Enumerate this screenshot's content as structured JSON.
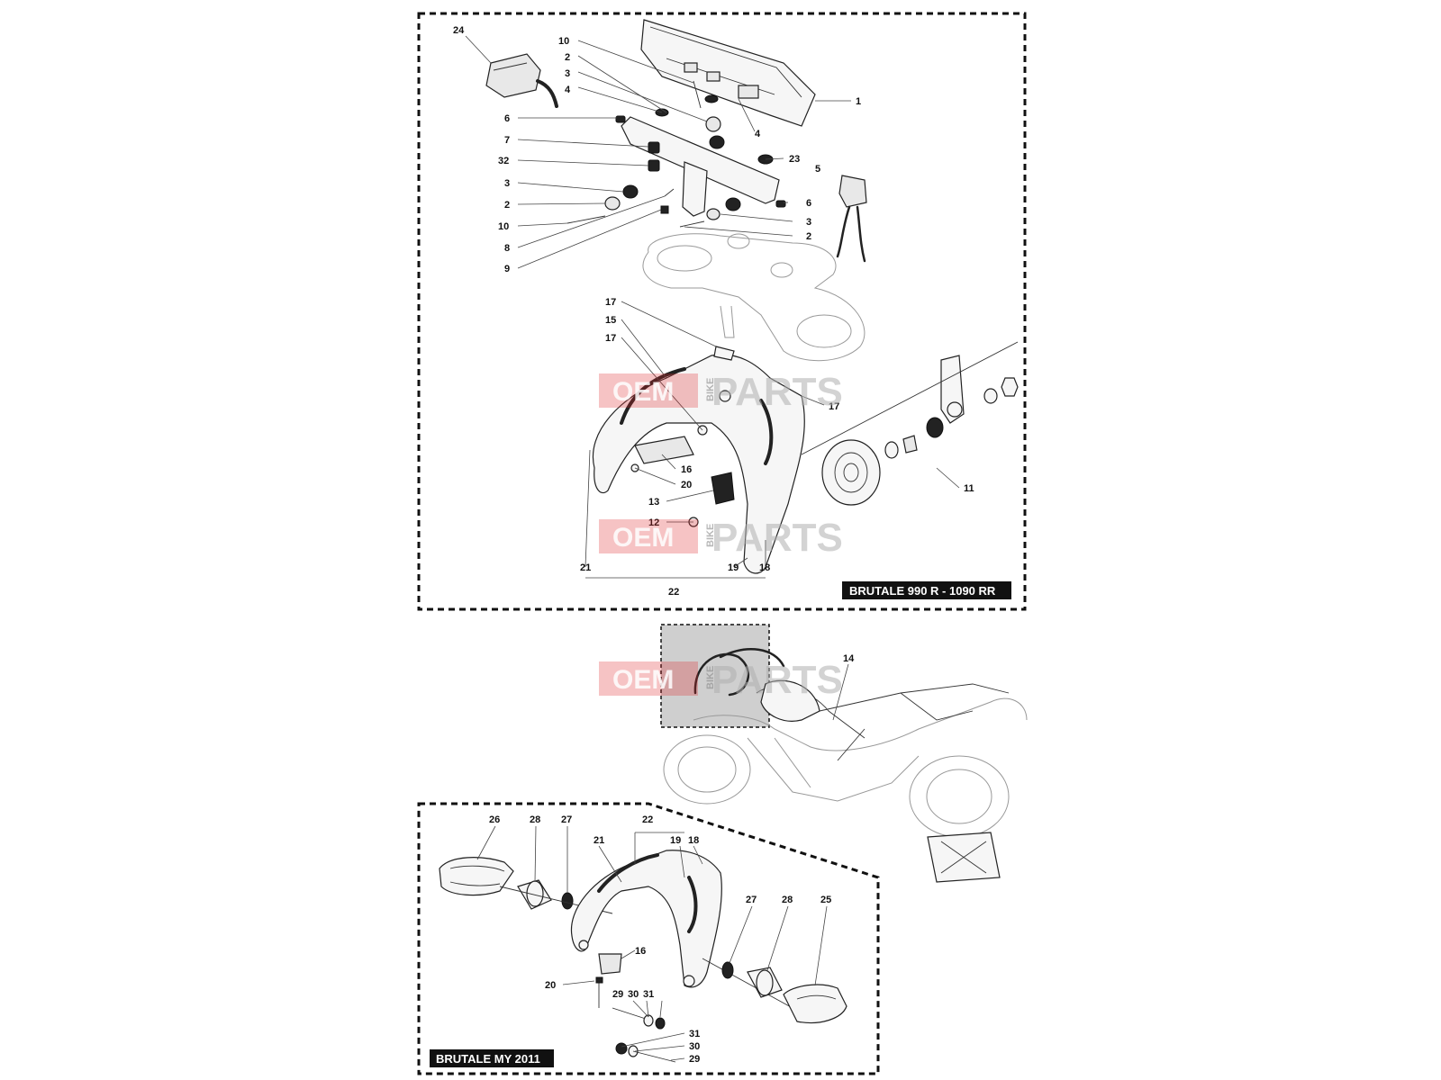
{
  "panels": {
    "top_label": "BRUTALE 990 R - 1090 RR",
    "bottom_label": "BRUTALE MY 2011"
  },
  "watermark": {
    "brand_a": "OEM",
    "brand_b": "BIKE",
    "brand_c": "PARTS"
  },
  "callouts_top": {
    "c24": "24",
    "c10a": "10",
    "c2a": "2",
    "c3a": "3",
    "c4a": "4",
    "c1": "1",
    "c6a": "6",
    "c7": "7",
    "c4b": "4",
    "c32": "32",
    "c23": "23",
    "c5": "5",
    "c3b": "3",
    "c6b": "6",
    "c2b": "2",
    "c10b": "10",
    "c3c": "3",
    "c8": "8",
    "c2c": "2",
    "c9": "9",
    "c17a": "17",
    "c15": "15",
    "c17b": "17",
    "c17c": "17",
    "c16": "16",
    "c20": "20",
    "c13": "13",
    "c12": "12",
    "c11": "11",
    "c21": "21",
    "c19": "19",
    "c18": "18",
    "c22": "22"
  },
  "callouts_mid": {
    "c14": "14"
  },
  "callouts_bottom": {
    "c26": "26",
    "c28a": "28",
    "c27a": "27",
    "c22": "22",
    "c21": "21",
    "c19": "19",
    "c18": "18",
    "c27b": "27",
    "c28b": "28",
    "c25": "25",
    "c16": "16",
    "c20": "20",
    "c29a": "29",
    "c30a": "30",
    "c31a": "31",
    "c31b": "31",
    "c30b": "30",
    "c29b": "29"
  },
  "colors": {
    "watermark_red": "#e0282c",
    "panel_label_bg": "#111111",
    "line": "#222222"
  }
}
